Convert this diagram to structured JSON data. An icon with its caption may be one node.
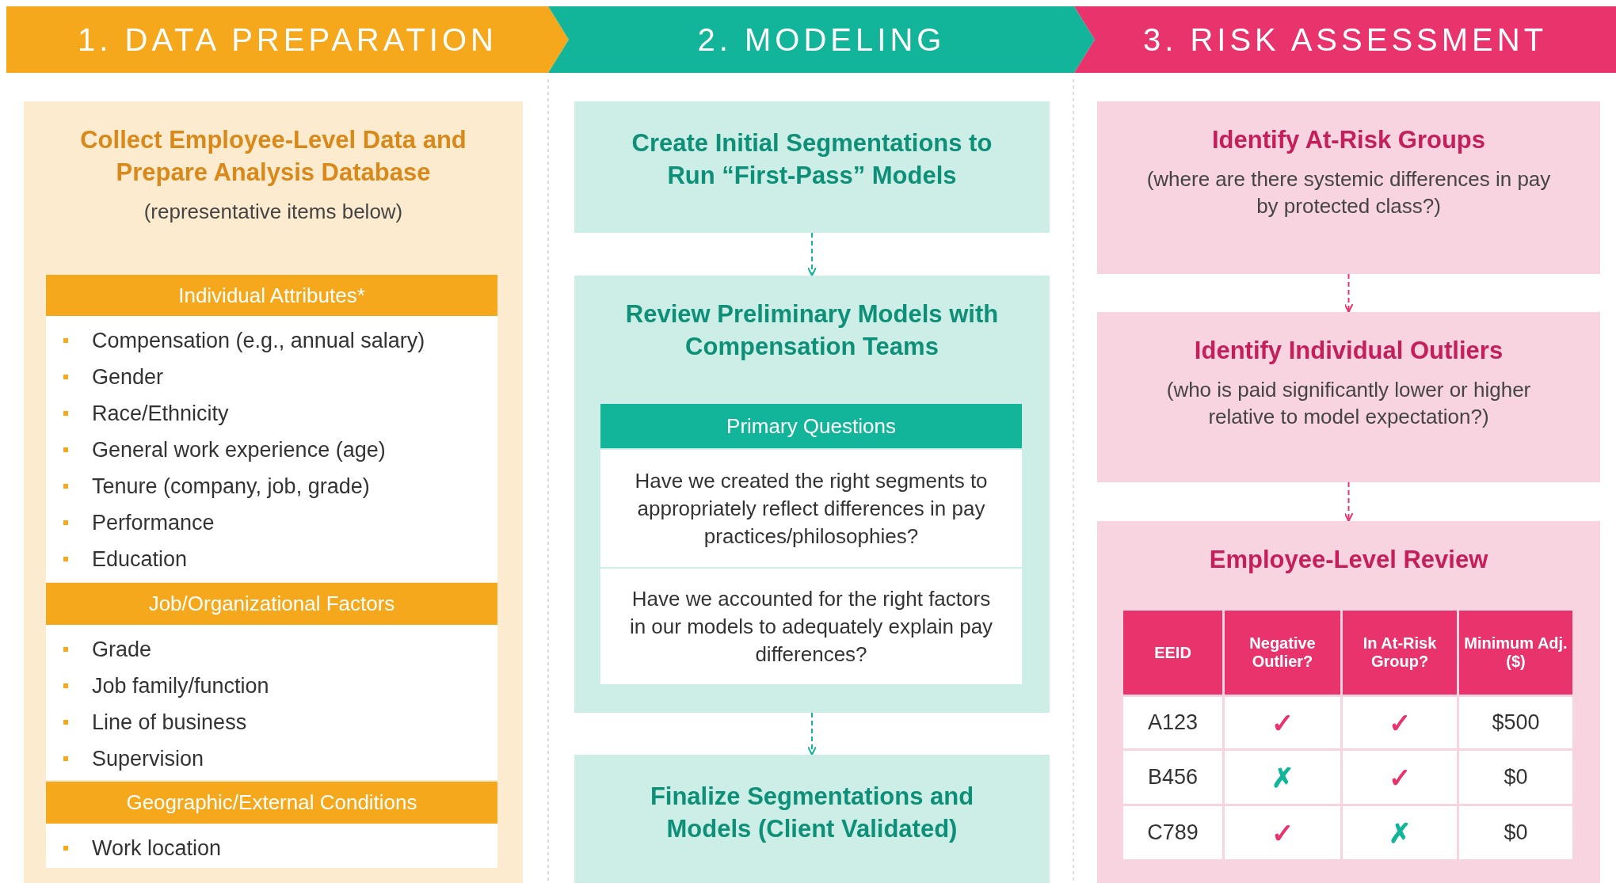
{
  "diagram": {
    "nodes": [
      {
        "text": [
          "1. DATA PREPARATION"
        ]
      },
      {
        "text": [
          "2. MODELING"
        ]
      },
      {
        "text": [
          "3. RISK ASSESSMENT"
        ]
      },
      {
        "text": [
          "Collect Employee-Level Data and Prepare Analysis Database",
          "(representative items below)"
        ]
      },
      {
        "text": [
          "Individual Attributes*"
        ],
        "in": 3
      },
      {
        "text": [
          "Compensation (e.g., annual salary)",
          "Gender",
          "Race/Ethnicity",
          "General work experience (age)",
          "Tenure (company, job, grade)",
          "Performance",
          "Education"
        ],
        "in": 3
      },
      {
        "text": [
          "Job/Organizational Factors"
        ],
        "in": 3
      },
      {
        "text": [
          "Grade",
          "Job family/function",
          "Line of business",
          "Supervision"
        ],
        "in": 3
      },
      {
        "text": [
          "Geographic/External Conditions"
        ],
        "in": 3
      },
      {
        "text": [
          "Work location"
        ],
        "in": 3
      },
      {
        "text": [
          "Create Initial Segmentations to Run “First-Pass” Models"
        ]
      },
      {
        "text": [
          "Review Preliminary Models with Compensation Teams"
        ]
      },
      {
        "text": [
          "Primary Questions"
        ],
        "in": 11
      },
      {
        "text": [
          "Have we created the right segments to appropriately reflect differences in pay practices/philosophies?"
        ],
        "in": 11
      },
      {
        "text": [
          "Have we accounted for the right factors in our models to adequately explain pay differences?"
        ],
        "in": 11
      },
      {
        "text": [
          "Finalize Segmentations and Models (Client Validated)"
        ]
      },
      {
        "text": [
          "Identify At-Risk Groups",
          "(where are there systemic differences in pay by protected class?)"
        ]
      },
      {
        "text": [
          "Identify Individual Outliers",
          "(who is paid significantly lower or higher relative to model expectation?)"
        ]
      },
      {
        "text": [
          "Employee-Level Review"
        ]
      }
    ],
    "edges": [
      {
        "from": 10,
        "to": 11,
        "arrow": "to",
        "style": "dashed",
        "color": "#13b59a"
      },
      {
        "from": 11,
        "to": 15,
        "arrow": "to",
        "style": "dashed",
        "color": "#13b59a"
      },
      {
        "from": 16,
        "to": 17,
        "arrow": "to",
        "style": "dashed",
        "color": "#e8336d"
      },
      {
        "from": 17,
        "to": 18,
        "arrow": "to",
        "style": "dashed",
        "color": "#e8336d"
      }
    ],
    "labels": [
      "EEID",
      "Negative Outlier?",
      "In At-Risk Group?",
      "Minimum Adj. ($)",
      "A123",
      "✓",
      "✓",
      "$500",
      "B456",
      "✗",
      "✓",
      "$0",
      "C789",
      "✓",
      "✗",
      "$0"
    ]
  }
}
